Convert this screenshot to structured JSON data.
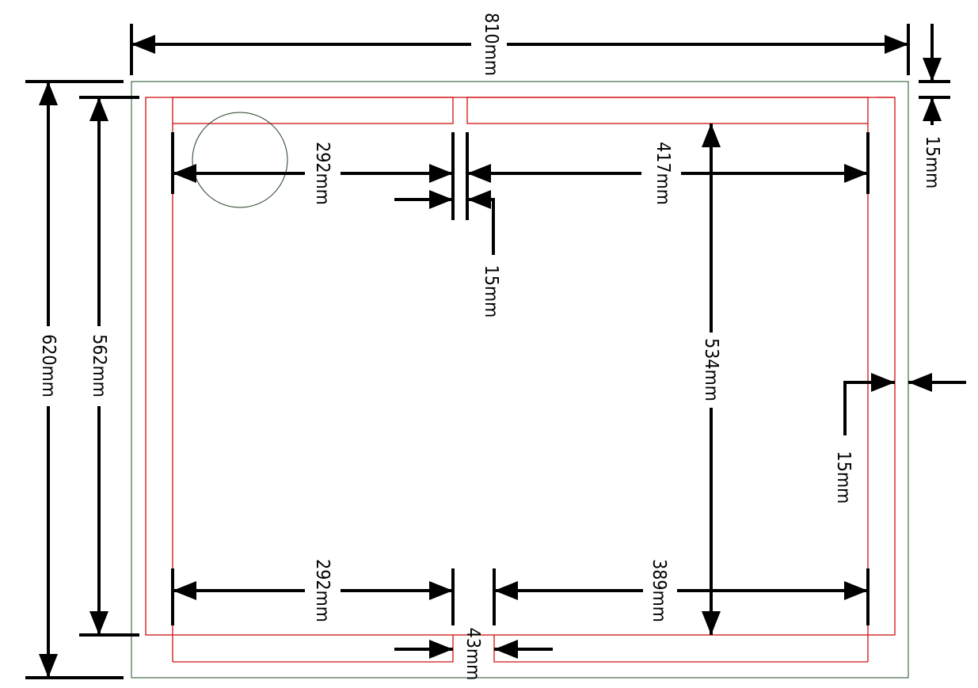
{
  "drawing": {
    "title": "Panel layout dimension drawing",
    "colors": {
      "outline": "#1f4d1f",
      "panel": "#d01010",
      "dimension": "#000000",
      "background": "#ffffff"
    }
  },
  "dimensions": {
    "overall_width": "810mm",
    "overall_height": "620mm",
    "inner_height": "562mm",
    "top_left_span": "292mm",
    "top_right_span": "417mm",
    "top_center_gap": "15mm",
    "top_right_offset": "15mm",
    "right_offset": "15mm",
    "right_inner_height": "534mm",
    "bottom_left_span": "292mm",
    "bottom_right_span": "389mm",
    "bottom_gap": "43mm"
  }
}
